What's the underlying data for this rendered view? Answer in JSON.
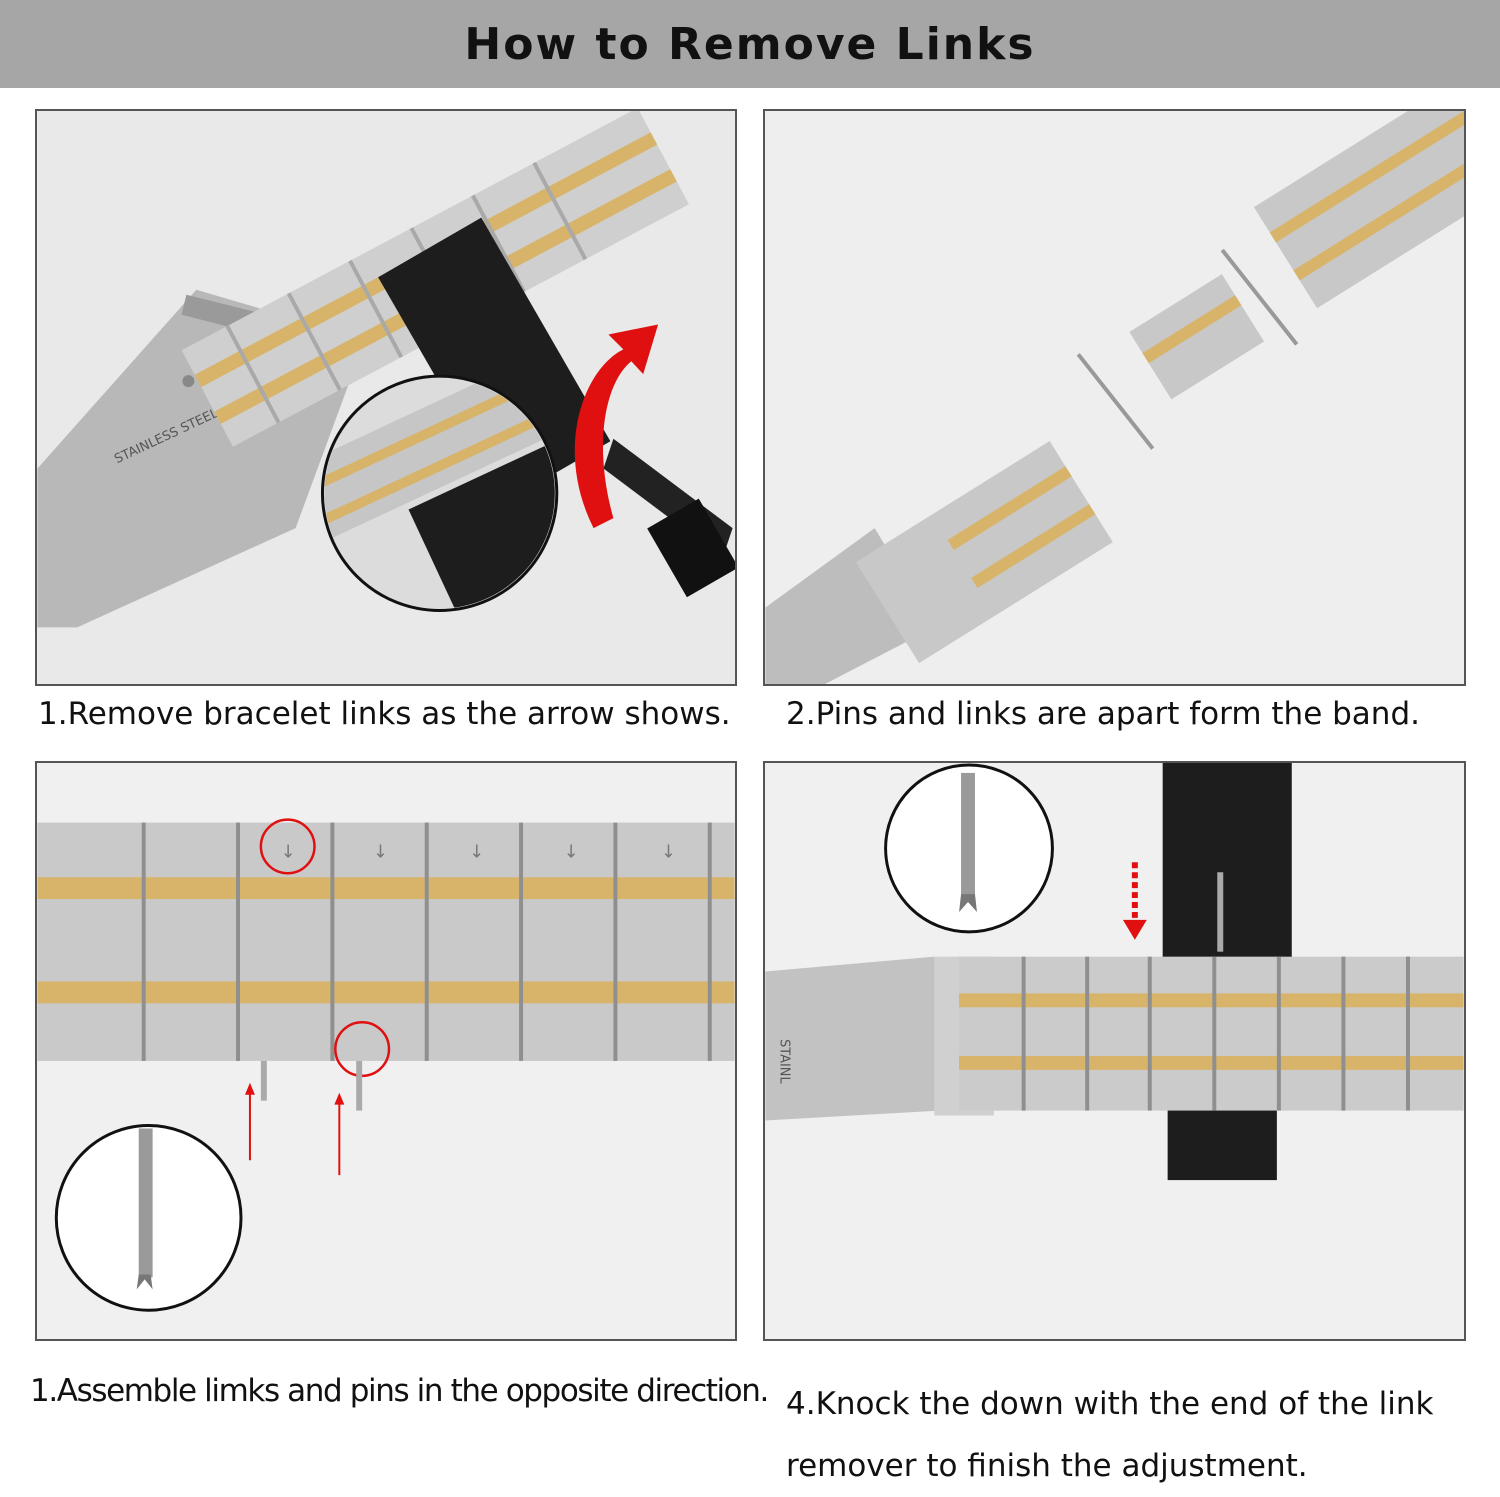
{
  "header": {
    "title": "How to Remove Links"
  },
  "steps": [
    {
      "caption": "1.Remove bracelet links as the arrow shows."
    },
    {
      "caption": "2.Pins and links are apart form the band."
    },
    {
      "caption": "1.Assemble limks and pins in the opposite direction."
    },
    {
      "caption_line1": "4.Knock the down with the end of the link",
      "caption_line2": "remover to finish the adjustment."
    }
  ],
  "engraving": {
    "clasp_text": "STAINLESS STEEL",
    "clasp_text_short": "STAINL"
  },
  "colors": {
    "steel": "#c9c9c9",
    "gold": "#d7b46a",
    "tool": "#1d1d1d",
    "indicator_red": "#e01010",
    "header_bg": "#a6a6a6"
  },
  "icons": [
    "red-curved-arrow-icon",
    "red-down-arrow-icon",
    "red-up-arrow-icon",
    "red-circle-highlight-icon",
    "link-arrow-icon"
  ]
}
